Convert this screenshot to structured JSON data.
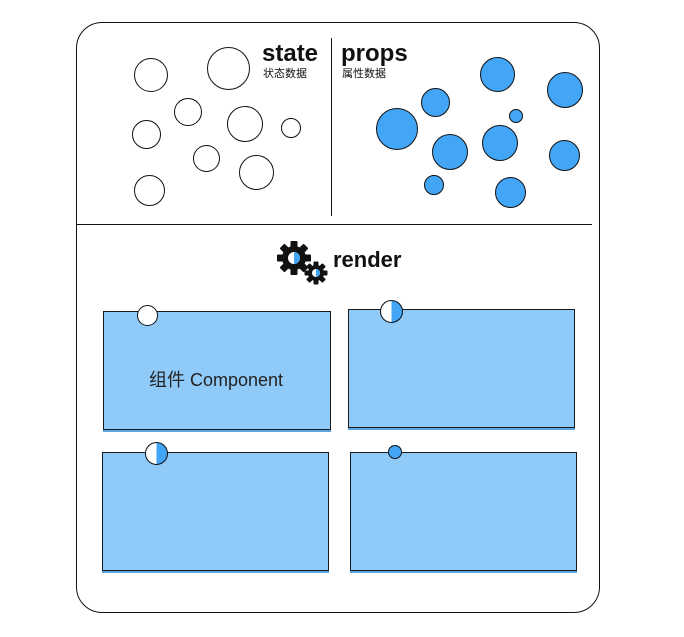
{
  "state": {
    "title": "state",
    "subtitle": "状态数据"
  },
  "props": {
    "title": "props",
    "subtitle": "属性数据"
  },
  "render": {
    "title": "render",
    "icon": "gears-icon"
  },
  "component": {
    "label": "组件 Component"
  },
  "colors": {
    "props_fill": "#42a5f5",
    "card_fill": "#90caf9",
    "outline": "#111111"
  }
}
